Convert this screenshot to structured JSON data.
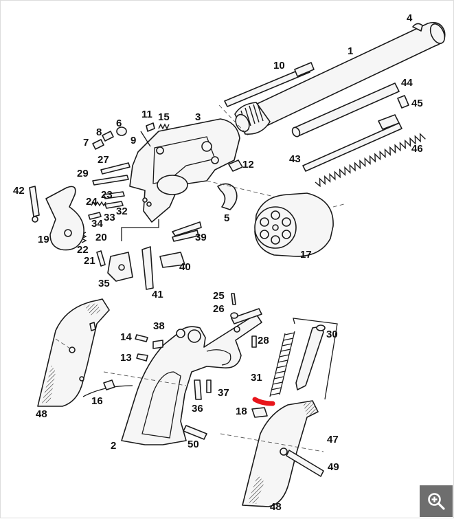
{
  "callouts": [
    {
      "id": "1",
      "text": "1"
    },
    {
      "id": "2",
      "text": "2"
    },
    {
      "id": "3",
      "text": "3"
    },
    {
      "id": "4",
      "text": "4"
    },
    {
      "id": "5",
      "text": "5"
    },
    {
      "id": "6",
      "text": "6"
    },
    {
      "id": "7",
      "text": "7"
    },
    {
      "id": "8",
      "text": "8"
    },
    {
      "id": "9",
      "text": "9"
    },
    {
      "id": "10",
      "text": "10"
    },
    {
      "id": "11",
      "text": "11"
    },
    {
      "id": "12",
      "text": "12"
    },
    {
      "id": "13",
      "text": "13"
    },
    {
      "id": "14",
      "text": "14"
    },
    {
      "id": "15",
      "text": "15"
    },
    {
      "id": "16",
      "text": "16"
    },
    {
      "id": "17",
      "text": "17"
    },
    {
      "id": "18",
      "text": "18"
    },
    {
      "id": "19",
      "text": "19"
    },
    {
      "id": "20",
      "text": "20"
    },
    {
      "id": "21",
      "text": "21"
    },
    {
      "id": "22",
      "text": "22"
    },
    {
      "id": "23",
      "text": "23"
    },
    {
      "id": "24",
      "text": "24"
    },
    {
      "id": "25",
      "text": "25"
    },
    {
      "id": "26",
      "text": "26"
    },
    {
      "id": "27",
      "text": "27"
    },
    {
      "id": "28",
      "text": "28"
    },
    {
      "id": "29",
      "text": "29"
    },
    {
      "id": "30",
      "text": "30"
    },
    {
      "id": "31",
      "text": "31"
    },
    {
      "id": "32",
      "text": "32"
    },
    {
      "id": "33",
      "text": "33"
    },
    {
      "id": "34",
      "text": "34"
    },
    {
      "id": "35",
      "text": "35"
    },
    {
      "id": "36",
      "text": "36"
    },
    {
      "id": "37",
      "text": "37"
    },
    {
      "id": "38",
      "text": "38"
    },
    {
      "id": "39",
      "text": "39"
    },
    {
      "id": "40",
      "text": "40"
    },
    {
      "id": "41",
      "text": "41"
    },
    {
      "id": "42",
      "text": "42"
    },
    {
      "id": "43",
      "text": "43"
    },
    {
      "id": "44",
      "text": "44"
    },
    {
      "id": "45",
      "text": "45"
    },
    {
      "id": "46",
      "text": "46"
    },
    {
      "id": "47",
      "text": "47"
    },
    {
      "id": "48a",
      "text": "48"
    },
    {
      "id": "48b",
      "text": "48"
    },
    {
      "id": "49",
      "text": "49"
    },
    {
      "id": "50",
      "text": "50"
    }
  ],
  "highlight_color": "#e8151b",
  "zoom_icon": "zoom-in-icon"
}
